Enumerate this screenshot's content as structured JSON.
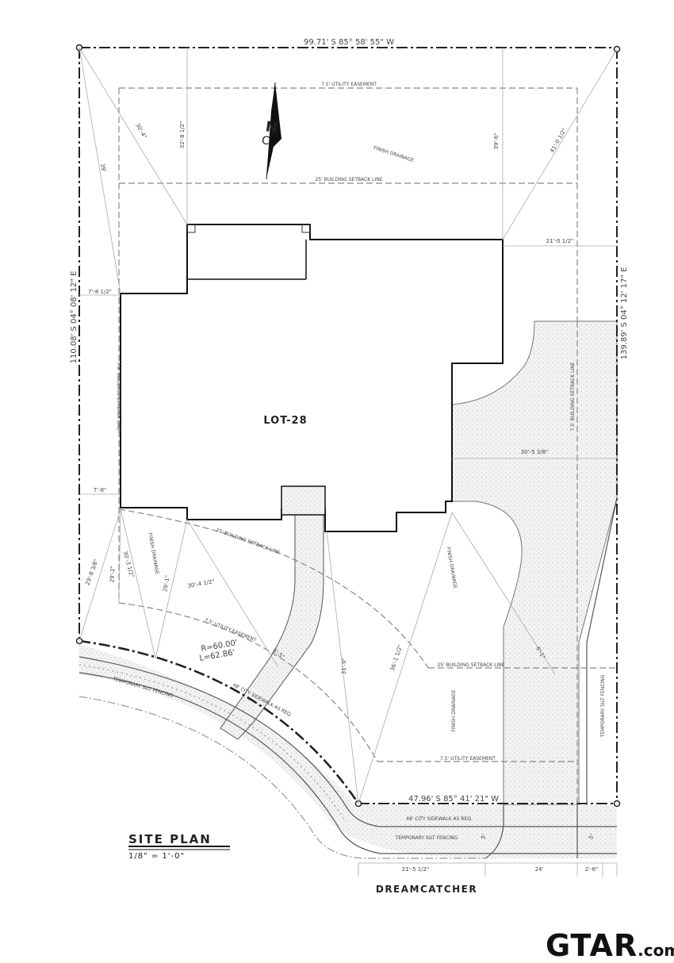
{
  "plan": {
    "lot_label": "LOT-28",
    "north_label": "N",
    "north_label_alt": "C",
    "street_name": "DREAMCATCHER",
    "title": "SITE PLAN",
    "scale": "1/8\" = 1'-0\"",
    "boundaries": {
      "top": "99.71' S 85° 58' 55\" W",
      "left": "110.08' S 04° 08' 12\" E",
      "right": "139.89' S 04° 12' 17\" E",
      "bottom": "47.96' S 85° 41' 21\" W",
      "curve_radius": "R=60.00'",
      "curve_length": "L=62.86'"
    },
    "labels": {
      "utility_easement_top": "7.5' UTILITY EASEMENT",
      "building_setback_top": "25' BUILDING SETBACK LINE",
      "side_setback_left": "7.5' BUILDING SETBACK LINE",
      "side_setback_right": "7.5' BUILDING SETBACK LINE",
      "front_setback": "25' BUILDING SETBACK LINE",
      "front_setback_right": "25' BUILDING SETBACK LINE",
      "utility_easement_curve": "7.5' UTILITY EASEMENT",
      "utility_easement_bottom": "7.5' UTILITY EASEMENT",
      "finish_drainage_top": "FINISH DRAINAGE",
      "finish_drainage_left": "FINISH DRAINAGE",
      "finish_drainage_mid": "FINISH DRAINAGE",
      "finish_drainage_bottom": "FINISH DRAINAGE",
      "silt_fencing_left": "TEMPORARY SILT FENCING",
      "silt_fencing_right": "TEMPORARY SILT FENCING",
      "silt_fencing_bottom": "TEMPORARY SILT FENCING",
      "sidewalk_curve": "48' CITY SIDEWALK AS REQ.",
      "sidewalk_bottom": "48' CITY SIDEWALK AS REQ."
    },
    "dimensions": {
      "d_32_8": "32'-8 1/2\"",
      "d_30_top": "30'-4\"",
      "d_41_0": "41'-0 1/2\"",
      "d_39_6": "39'-6\"",
      "d_39_left": "39'",
      "d_21_0": "21'-0 1/2\"",
      "d_7_8_top": "7'-8 1/2\"",
      "d_7_8_bottom": "7'-8\"",
      "d_30_5": "30'-5 3/8\"",
      "d_29_8": "29'-8 3/8\"",
      "d_29_2": "29'-2\"",
      "d_30_3": "30'-3 1/2\"",
      "d_29_1": "29'-1\"",
      "d_30_4": "30'-4 1/2\"",
      "d_6_5": "6'-5\"",
      "d_31_9": "31'-9\"",
      "d_36_1": "36'-1 1/2\"",
      "d_6_1": "6'-1\"",
      "d_21_5": "21'-5 1/2\"",
      "d_24": "24'",
      "d_2_6": "2'-6\"",
      "d_5_a": "5'",
      "d_5_b": "5'"
    }
  }
}
